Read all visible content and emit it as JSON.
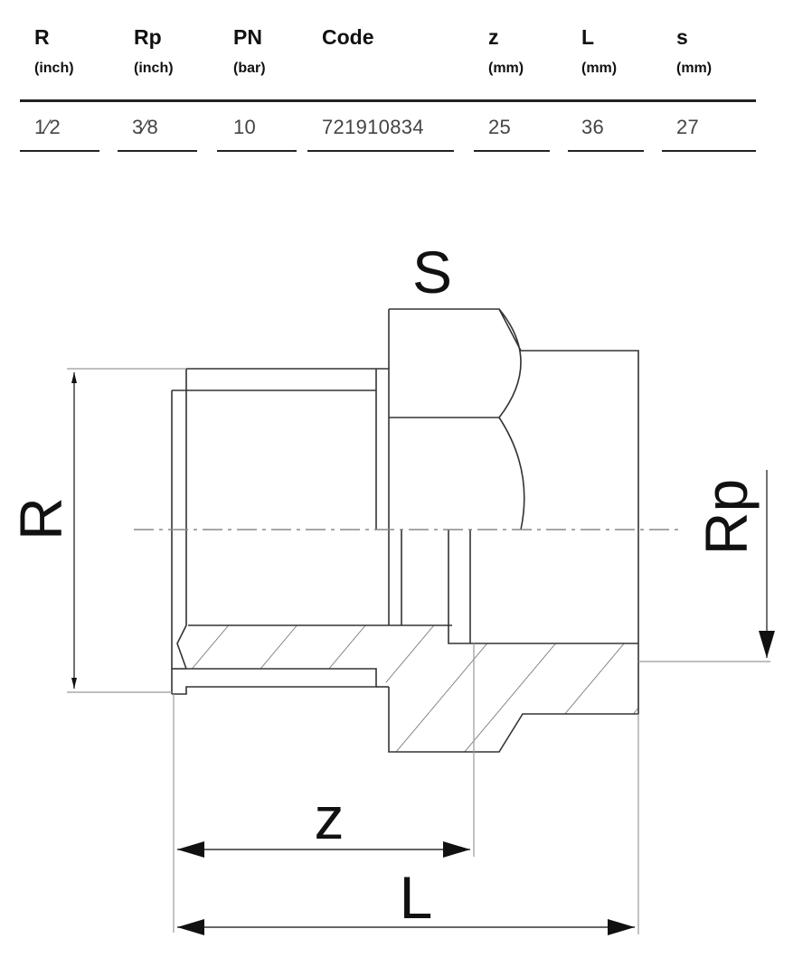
{
  "table": {
    "columns": [
      {
        "name": "R",
        "unit": "(inch)"
      },
      {
        "name": "Rp",
        "unit": "(inch)"
      },
      {
        "name": "PN",
        "unit": "(bar)"
      },
      {
        "name": "Code",
        "unit": ""
      },
      {
        "name": "z",
        "unit": "(mm)"
      },
      {
        "name": "L",
        "unit": "(mm)"
      },
      {
        "name": "s",
        "unit": "(mm)"
      }
    ],
    "row": [
      "1⁄2",
      "3⁄8",
      "10",
      "721910834",
      "25",
      "36",
      "27"
    ]
  },
  "drawing": {
    "label_s": "S",
    "label_r": "R",
    "label_rp": "Rp",
    "label_z": "z",
    "label_l": "L"
  }
}
